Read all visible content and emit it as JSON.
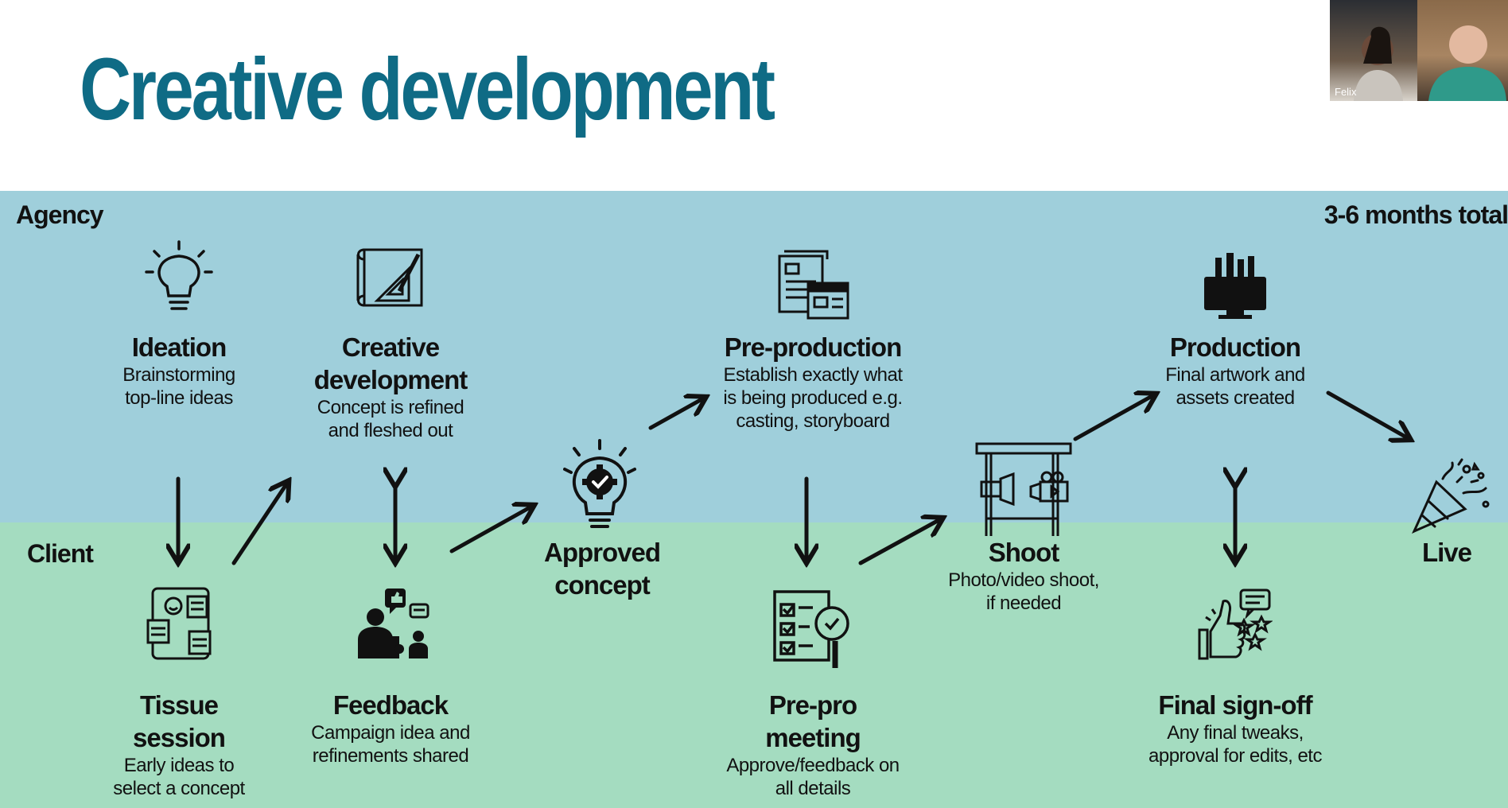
{
  "slide": {
    "title": "Creative development",
    "lanes": {
      "agency": "Agency",
      "client": "Client"
    },
    "duration": "3-6 months total"
  },
  "nodes": {
    "ideation": {
      "title": "Ideation",
      "desc": "Brainstorming\ntop-line ideas",
      "icon": "lightbulb-icon"
    },
    "creative_development": {
      "title": "Creative\ndevelopment",
      "desc": "Concept is refined\nand fleshed out",
      "icon": "design-tools-icon"
    },
    "pre_production": {
      "title": "Pre-production",
      "desc": "Establish exactly what\nis being produced e.g.\ncasting, storyboard",
      "icon": "storyboard-icon"
    },
    "production": {
      "title": "Production",
      "desc": "Final artwork and\nassets created",
      "icon": "art-monitor-icon"
    },
    "tissue_session": {
      "title": "Tissue\nsession",
      "desc": "Early ideas to\nselect a concept",
      "icon": "notes-board-icon"
    },
    "feedback": {
      "title": "Feedback",
      "desc": "Campaign idea and\nrefinements shared",
      "icon": "people-chat-icon"
    },
    "approved_concept": {
      "title": "Approved\nconcept",
      "desc": "",
      "icon": "lightbulb-gear-icon"
    },
    "pre_pro_meeting": {
      "title": "Pre-pro\nmeeting",
      "desc": "Approve/feedback on\nall details",
      "icon": "checklist-magnifier-icon"
    },
    "shoot": {
      "title": "Shoot",
      "desc": "Photo/video shoot,\nif needed",
      "icon": "film-set-icon"
    },
    "final_sign_off": {
      "title": "Final sign-off",
      "desc": "Any final tweaks,\napproval for edits, etc",
      "icon": "thumbs-up-stars-icon"
    },
    "live": {
      "title": "Live",
      "desc": "",
      "icon": "party-popper-icon"
    }
  },
  "video_call": {
    "participant_name": "Felix"
  },
  "colors": {
    "title": "#0f6b85",
    "agency_band": "#9fcfdb",
    "client_band": "#a4dcc0",
    "ink": "#111111"
  }
}
